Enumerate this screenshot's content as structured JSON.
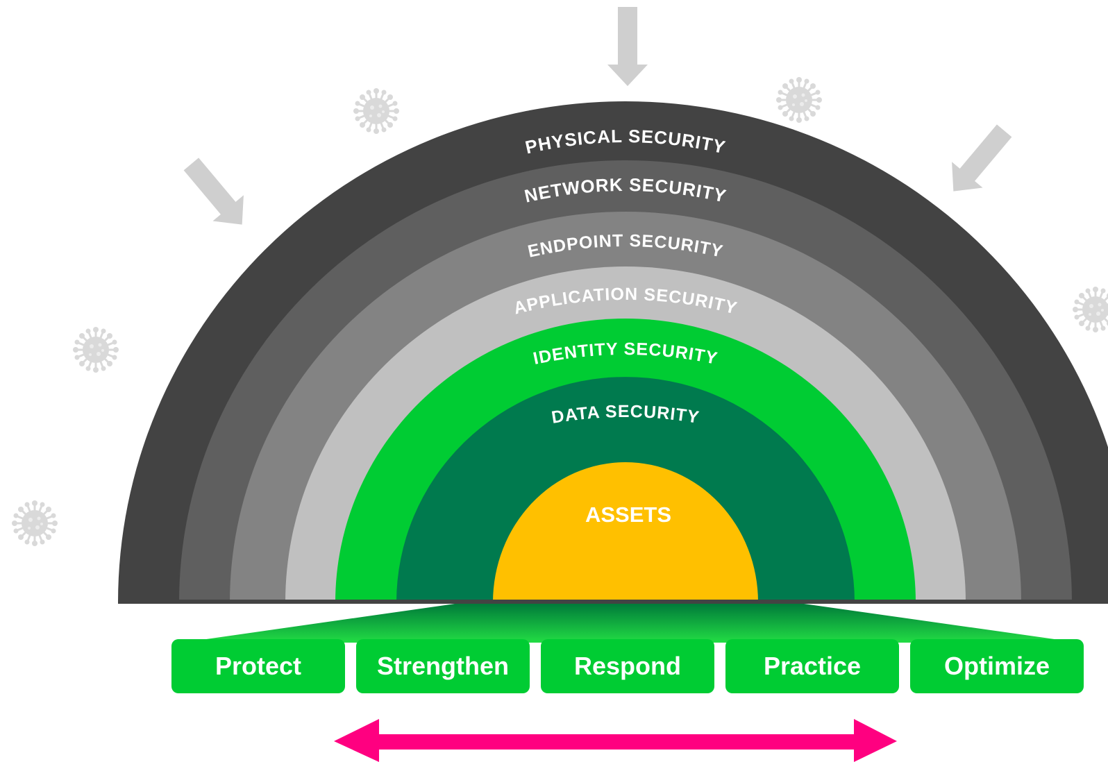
{
  "layers": [
    {
      "label": "PHYSICAL SECURITY",
      "color": "#434343"
    },
    {
      "label": "NETWORK SECURITY",
      "color": "#5f5f5f"
    },
    {
      "label": "ENDPOINT  SECURITY",
      "color": "#838383"
    },
    {
      "label": "APPLICATION  SECURITY",
      "color": "#c0c0c0"
    },
    {
      "label": "IDENTITY SECURITY",
      "color": "#00cc33"
    },
    {
      "label": "DATA SECURITY",
      "color": "#007a4e"
    }
  ],
  "core": {
    "label": "ASSETS",
    "color": "#ffc000"
  },
  "steps": [
    "Protect",
    "Strengthen",
    "Respond",
    "Practice",
    "Optimize"
  ],
  "colors": {
    "step_green": "#00cc33",
    "arrow_gray": "#cfcfcf",
    "virus_gray": "#d9d9d9",
    "double_arrow": "#ff0080"
  },
  "icons": [
    "down-arrow-icon",
    "virus-icon",
    "double-headed-arrow-icon"
  ]
}
